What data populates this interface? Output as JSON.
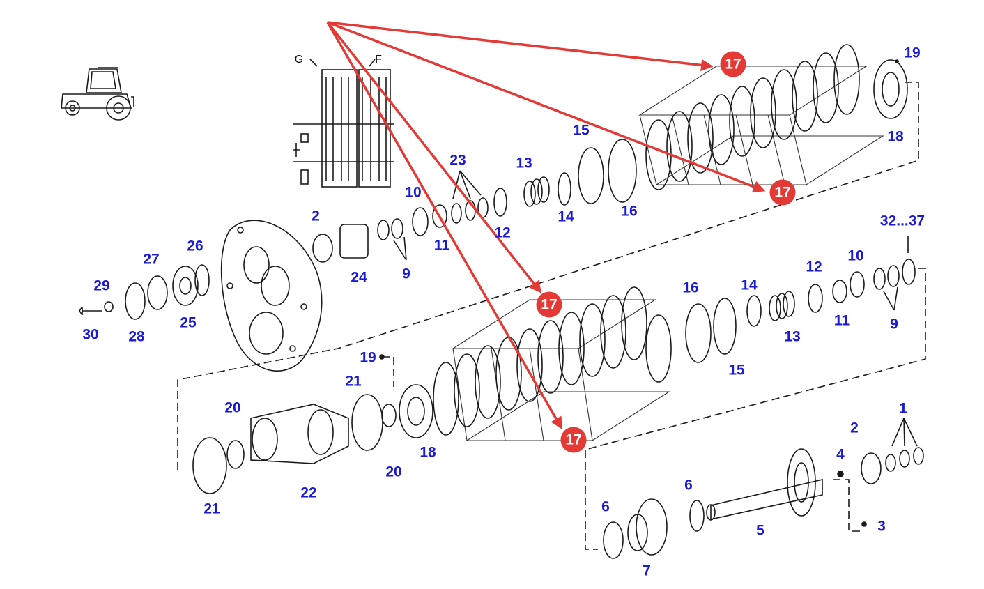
{
  "colors": {
    "label": "#1a1ad6",
    "arrow": "#e53935",
    "badge": "#e53935",
    "badge_text": "#ffffff",
    "ink": "#1a1a1a"
  },
  "icons": {
    "tractor": "tractor-icon",
    "schematic": "gearbox-schematic-icon"
  },
  "schematic_labels": [
    "G",
    "F"
  ],
  "callout_badge": "17",
  "part_labels": [
    "19",
    "18",
    "15",
    "16",
    "23",
    "13",
    "14",
    "10",
    "12",
    "11",
    "2",
    "9",
    "24",
    "27",
    "26",
    "29",
    "30",
    "28",
    "25",
    "32...37",
    "16",
    "14",
    "12",
    "10",
    "13",
    "11",
    "9",
    "15",
    "19",
    "21",
    "20",
    "18",
    "22",
    "20",
    "21",
    "1",
    "2",
    "4",
    "6",
    "6",
    "5",
    "3",
    "7"
  ]
}
